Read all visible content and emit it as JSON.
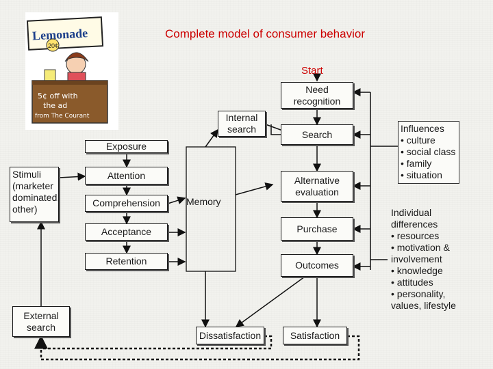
{
  "title": "Complete model of consumer behavior",
  "start_label": "Start",
  "illustration": {
    "sign_text": "Lemonade",
    "sign_year": "20¢",
    "stand_text": "5¢ off with the ad from The Courant"
  },
  "boxes": {
    "need_recognition": "Need\nrecognition",
    "internal_search": "Internal\nsearch",
    "search": "Search",
    "alternative_evaluation": "Alternative\nevaluation",
    "purchase": "Purchase",
    "outcomes": "Outcomes",
    "dissatisfaction": "Dissatisfaction",
    "satisfaction": "Satisfaction",
    "exposure": "Exposure",
    "attention": "Attention",
    "comprehension": "Comprehension",
    "acceptance": "Acceptance",
    "retention": "Retention",
    "stimuli": "Stimuli\n(marketer\ndominated,\nother)",
    "external_search": "External\nsearch"
  },
  "memory_label": "Memory",
  "influences": "Influences\n• culture\n• social class\n• family\n• situation",
  "individual_differences": "Individual\ndifferences\n• resources\n• motivation &\n   involvement\n• knowledge\n• attitudes\n• personality,\n   values, lifestyle"
}
